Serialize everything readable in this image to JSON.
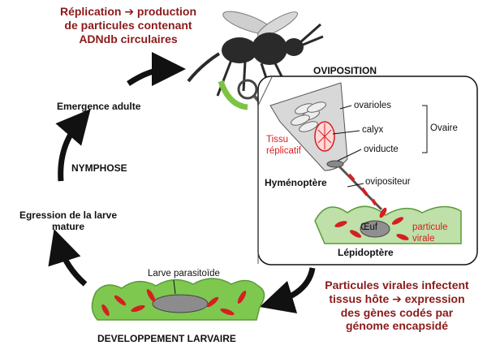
{
  "texts": {
    "replication": "Réplication ➔ production\nde particules contenant\nADNdb circulaires",
    "oviposition": "OVIPOSITION",
    "emergence": "Emergence adulte",
    "nymphose": "NYMPHOSE",
    "egression": "Egression de la larve\nmature",
    "developpement": "DEVELOPPEMENT  LARVAIRE",
    "larve_parasitoide": "Larve parasitoïde",
    "particules_virales": "Particules virales infectent\ntissus hôte ➔ expression\ndes gènes codés par\ngénome encapsidé",
    "ovarioles": "ovarioles",
    "calyx": "calyx",
    "ovaire": "Ovaire",
    "tissu_replicatif": "Tissu\nréplicatif",
    "oviducte": "oviducte",
    "hymenoptere": "Hyménoptère",
    "ovipositeur": "ovipositeur",
    "oeuf": "Œuf",
    "particule_virale": "particule\nvirale",
    "lepidoptere": "Lépidoptère"
  },
  "colors": {
    "title_red": "#8b1a1a",
    "particle_red": "#d42020",
    "host_green": "#7ec850",
    "tissue_green": "#bfe0a8",
    "wasp_dark": "#2a2a2a"
  }
}
